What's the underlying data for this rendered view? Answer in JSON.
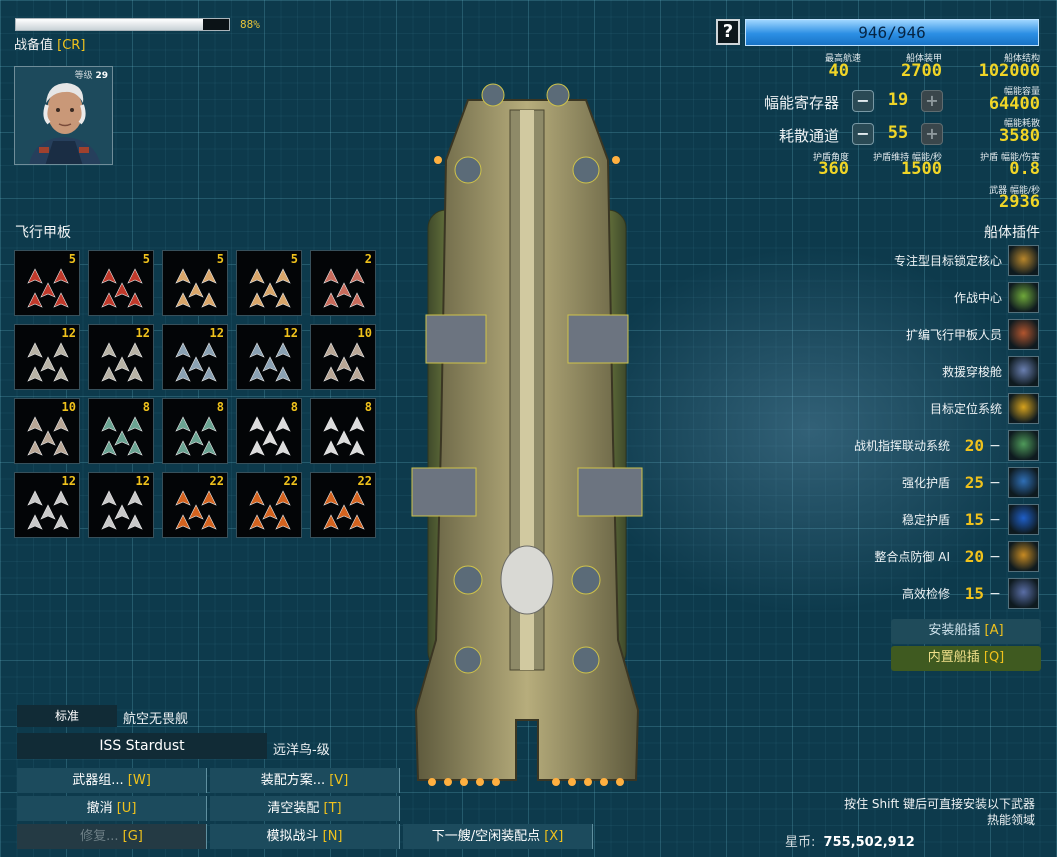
{
  "combat_readiness": {
    "label": "战备值 [CR]",
    "percent_text": "88%",
    "fraction": 0.88
  },
  "captain": {
    "level_label": "等级",
    "level": "29"
  },
  "fighter_bays": {
    "title": "飞行甲板",
    "wings": [
      {
        "count": "5",
        "color": "#c0392b"
      },
      {
        "count": "5",
        "color": "#c0392b"
      },
      {
        "count": "5",
        "color": "#d9a66a"
      },
      {
        "count": "5",
        "color": "#d9a66a"
      },
      {
        "count": "2",
        "color": "#c86b5c"
      },
      {
        "count": "12",
        "color": "#b8b3a6"
      },
      {
        "count": "12",
        "color": "#b8b3a6"
      },
      {
        "count": "12",
        "color": "#8aa1b3"
      },
      {
        "count": "12",
        "color": "#8aa1b3"
      },
      {
        "count": "10",
        "color": "#b9a796"
      },
      {
        "count": "10",
        "color": "#b9a796"
      },
      {
        "count": "8",
        "color": "#6aa392"
      },
      {
        "count": "8",
        "color": "#6aa392"
      },
      {
        "count": "8",
        "color": "#dcdcdc"
      },
      {
        "count": "8",
        "color": "#dcdcdc"
      },
      {
        "count": "12",
        "color": "#c9c9c9"
      },
      {
        "count": "12",
        "color": "#c9c9c9"
      },
      {
        "count": "22",
        "color": "#d4631f"
      },
      {
        "count": "22",
        "color": "#d4631f"
      },
      {
        "count": "22",
        "color": "#d4631f"
      }
    ]
  },
  "stats": {
    "hull_text": "946/946",
    "top_speed": {
      "label": "最高航速",
      "value": "40"
    },
    "armor": {
      "label": "船体装甲",
      "value": "2700"
    },
    "hull": {
      "label": "船体结构",
      "value": "102000"
    },
    "flux_capacitors": {
      "label": "幅能寄存器",
      "value": "19",
      "minus": "−",
      "plus": "+"
    },
    "flux_capacity": {
      "label": "幅能容量",
      "value": "64400"
    },
    "flux_vents": {
      "label": "耗散通道",
      "value": "55",
      "minus": "−",
      "plus": "+"
    },
    "flux_dissipation": {
      "label": "幅能耗散",
      "value": "3580"
    },
    "shield_arc": {
      "label": "护盾角度",
      "value": "360"
    },
    "shield_upkeep": {
      "label": "护盾维持 幅能/秒",
      "value": "1500"
    },
    "shield_eff": {
      "label": "护盾 幅能/伤害",
      "value": "0.8"
    },
    "weapon_flux": {
      "label": "武器 幅能/秒",
      "value": "2936"
    }
  },
  "hullmods": {
    "title": "船体插件",
    "items": [
      {
        "name": "专注型目标锁定核心",
        "op": "",
        "minus": "",
        "color": "#b8862b"
      },
      {
        "name": "作战中心",
        "op": "",
        "minus": "",
        "color": "#6fa83a"
      },
      {
        "name": "扩编飞行甲板人员",
        "op": "",
        "minus": "",
        "color": "#b2552e"
      },
      {
        "name": "救援穿梭舱",
        "op": "",
        "minus": "",
        "color": "#6a7fb0"
      },
      {
        "name": "目标定位系统",
        "op": "",
        "minus": "",
        "color": "#d6a21d"
      },
      {
        "name": "战机指挥联动系统",
        "op": "20",
        "minus": "−",
        "color": "#4f9a5a"
      },
      {
        "name": "强化护盾",
        "op": "25",
        "minus": "−",
        "color": "#2f6fb6"
      },
      {
        "name": "稳定护盾",
        "op": "15",
        "minus": "−",
        "color": "#1f5fc8"
      },
      {
        "name": "整合点防御 AI",
        "op": "20",
        "minus": "−",
        "color": "#c78a22"
      },
      {
        "name": "高效检修",
        "op": "15",
        "minus": "−",
        "color": "#5a6ea6"
      }
    ],
    "add_button": "安装船插 [A]",
    "builtin_button": "内置船插 [Q]"
  },
  "ship": {
    "variant_label": "标准",
    "hull_name": "航空无畏舰",
    "ship_name": "ISS Stardust",
    "class_name": "远洋鸟-级"
  },
  "actions": {
    "weapon_groups": "武器组... [W]",
    "variants": "装配方案... [V]",
    "undo": "撤消 [U]",
    "strip": "清空装配 [T]",
    "restore": "修复... [G]",
    "simulator": "模拟战斗 [N]",
    "next_ship": "下一艘/空闲装配点 [X]"
  },
  "hint": {
    "line1": "按住 Shift 键后可直接安装以下武器",
    "line2": "热能领域"
  },
  "credits": {
    "label": "星币:",
    "value": "755,502,912"
  }
}
